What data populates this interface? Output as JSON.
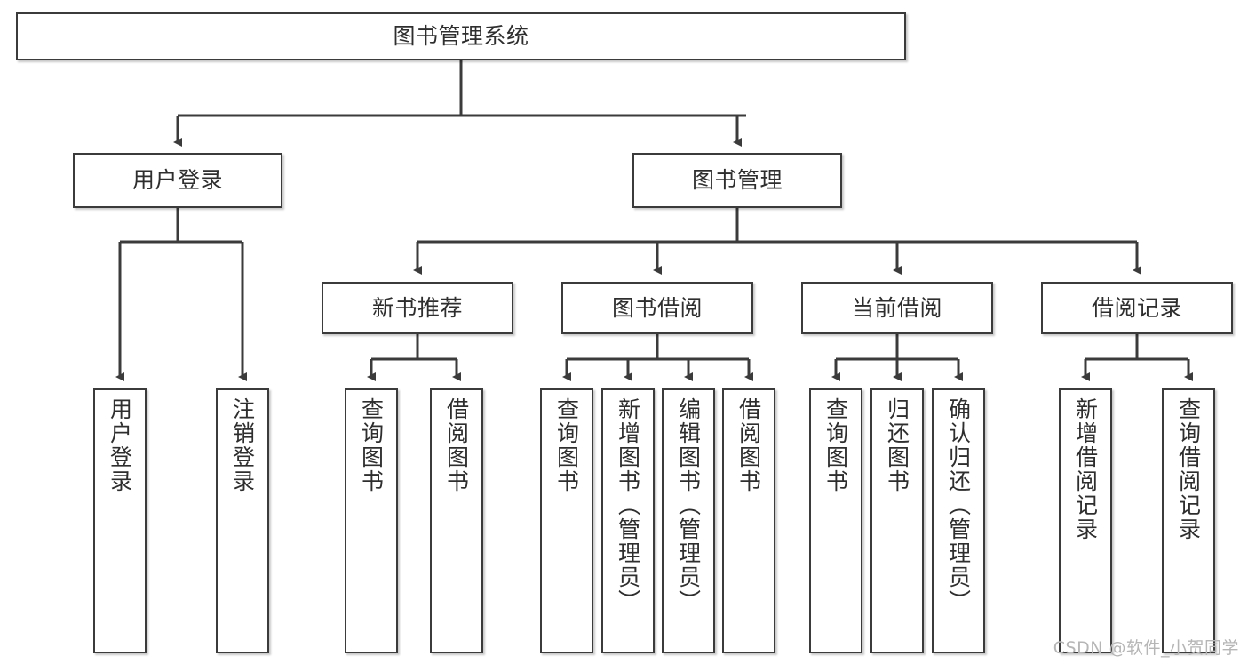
{
  "diagram": {
    "title": "图书管理系统",
    "watermark": "CSDN @软件_小贺同学",
    "line_color": "#3b3b3b",
    "text_color": "#2e2e2e",
    "background": "#ffffff",
    "nodes": {
      "root": "图书管理系统",
      "level2": [
        "用户登录",
        "图书管理"
      ],
      "level3": [
        "新书推荐",
        "图书借阅",
        "当前借阅",
        "借阅记录"
      ],
      "leaves_user_login": [
        "用户登录",
        "注销登录"
      ],
      "leaves_new_book": [
        "查询图书",
        "借阅图书"
      ],
      "leaves_borrow": [
        "查询图书",
        "新增图书（管理员）",
        "编辑图书（管理员）",
        "借阅图书"
      ],
      "leaves_current": [
        "查询图书",
        "归还图书",
        "确认归还（管理员）"
      ],
      "leaves_records": [
        "新增借阅记录",
        "查询借阅记录"
      ]
    }
  }
}
